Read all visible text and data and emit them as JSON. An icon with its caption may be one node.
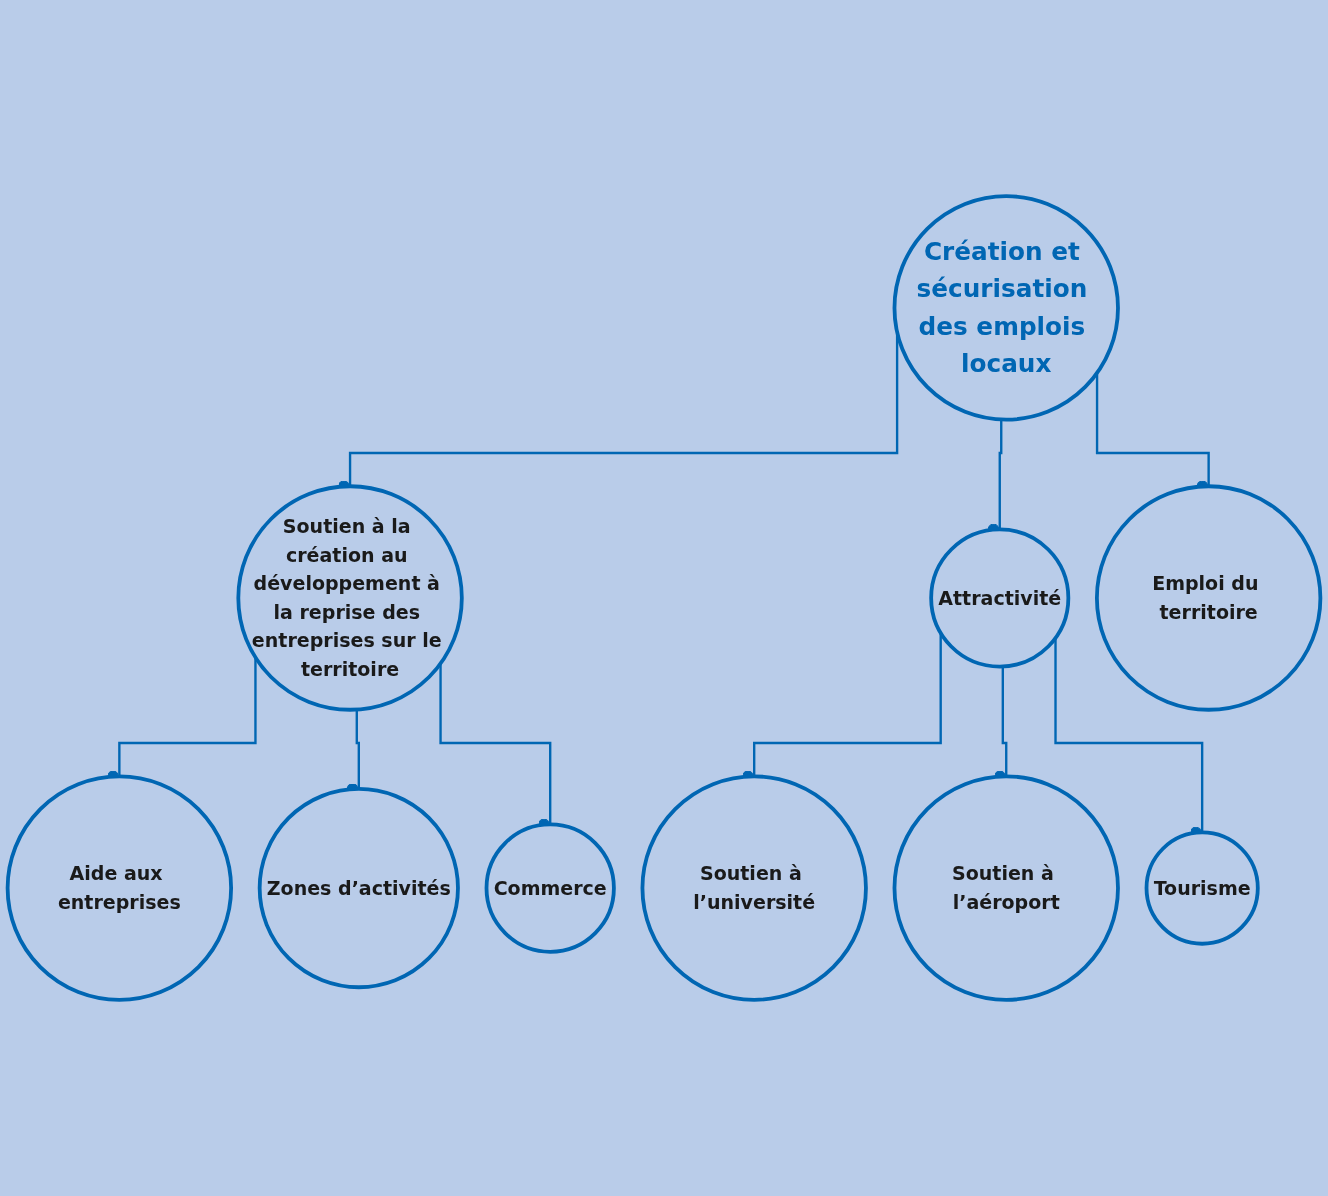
{
  "diagram": {
    "nodes": [
      {
        "text": [
          "Création et sécurisation des emplois locaux"
        ]
      },
      {
        "text": [
          "Soutien à la création au développement à la reprise des entreprises sur le territoire"
        ]
      },
      {
        "text": [
          "Attractivité"
        ]
      },
      {
        "text": [
          "Emploi du territoire"
        ]
      },
      {
        "text": [
          "Aide aux entreprises"
        ]
      },
      {
        "text": [
          "Zones d’activités"
        ]
      },
      {
        "text": [
          "Commerce"
        ]
      },
      {
        "text": [
          "Soutien à l’université"
        ]
      },
      {
        "text": [
          "Soutien à l’aéroport"
        ]
      },
      {
        "text": [
          "Tourisme"
        ]
      }
    ],
    "edges": [
      {
        "from": 0,
        "to": 1,
        "arrow": "other"
      },
      {
        "from": 0,
        "to": 2,
        "arrow": "other"
      },
      {
        "from": 0,
        "to": 3,
        "arrow": "other"
      },
      {
        "from": 1,
        "to": 4,
        "arrow": "other"
      },
      {
        "from": 1,
        "to": 5,
        "arrow": "other"
      },
      {
        "from": 1,
        "to": 6,
        "arrow": "other"
      },
      {
        "from": 2,
        "to": 7,
        "arrow": "other"
      },
      {
        "from": 2,
        "to": 8,
        "arrow": "other"
      },
      {
        "from": 2,
        "to": 9,
        "arrow": "other"
      }
    ]
  }
}
